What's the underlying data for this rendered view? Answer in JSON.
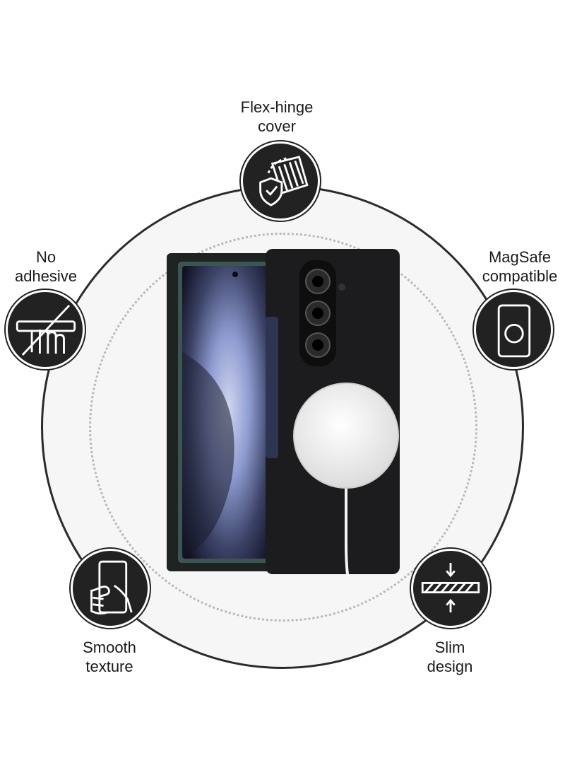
{
  "features": {
    "flex_hinge": {
      "line1": "Flex-hinge",
      "line2": "cover",
      "icon": "hinge-shield-icon"
    },
    "no_adhesive": {
      "line1": "No",
      "line2": "adhesive",
      "icon": "no-adhesive-hand-icon"
    },
    "magsafe": {
      "line1": "MagSafe",
      "line2": "compatible",
      "icon": "magsafe-phone-icon"
    },
    "smooth_texture": {
      "line1": "Smooth",
      "line2": "texture",
      "icon": "hand-holding-phone-icon"
    },
    "slim_design": {
      "line1": "Slim",
      "line2": "design",
      "icon": "slim-layer-arrows-icon"
    }
  },
  "colors": {
    "badge": "#222222",
    "ring": "#2b2b2b",
    "case": "#1c1c1e",
    "screen_accent": "#6e7fb8",
    "charger": "#f2f2f2"
  }
}
